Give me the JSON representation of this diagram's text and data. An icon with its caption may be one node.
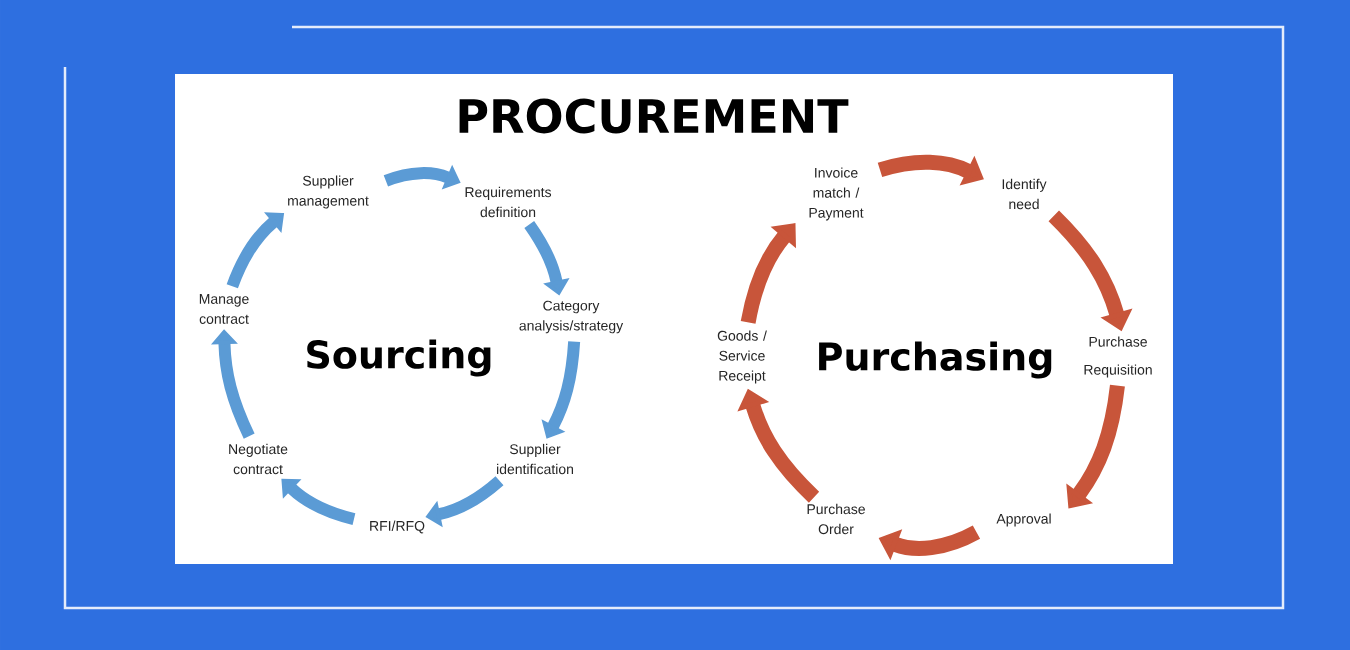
{
  "diagram": {
    "title": "PROCUREMENT",
    "nodes": [
      {
        "text": [
          "Supplier management"
        ]
      },
      {
        "text": [
          "Requirements definition"
        ]
      },
      {
        "text": [
          "Category analysis/strategy"
        ]
      },
      {
        "text": [
          "Supplier identification"
        ]
      },
      {
        "text": [
          "RFI/RFQ"
        ]
      },
      {
        "text": [
          "Negotiate contract"
        ]
      },
      {
        "text": [
          "Manage contract"
        ]
      },
      {
        "text": [
          "Invoice match / Payment"
        ]
      },
      {
        "text": [
          "Identify need"
        ]
      },
      {
        "text": [
          "Purchase Requisition"
        ]
      },
      {
        "text": [
          "Approval"
        ]
      },
      {
        "text": [
          "Purchase Order"
        ]
      },
      {
        "text": [
          "Goods / Service Receipt"
        ]
      }
    ],
    "edges": [
      {
        "from": 0,
        "to": 1,
        "arrow": "to",
        "color": "#5b9bd5"
      },
      {
        "from": 1,
        "to": 2,
        "arrow": "to",
        "color": "#5b9bd5"
      },
      {
        "from": 2,
        "to": 3,
        "arrow": "to",
        "color": "#5b9bd5"
      },
      {
        "from": 3,
        "to": 4,
        "arrow": "to",
        "color": "#5b9bd5"
      },
      {
        "from": 4,
        "to": 5,
        "arrow": "to",
        "color": "#5b9bd5"
      },
      {
        "from": 5,
        "to": 6,
        "arrow": "to",
        "color": "#5b9bd5"
      },
      {
        "from": 6,
        "to": 0,
        "arrow": "to",
        "color": "#5b9bd5"
      },
      {
        "from": 7,
        "to": 8,
        "arrow": "to",
        "color": "#c8553a"
      },
      {
        "from": 8,
        "to": 9,
        "arrow": "to",
        "color": "#c8553a"
      },
      {
        "from": 9,
        "to": 10,
        "arrow": "to",
        "color": "#c8553a"
      },
      {
        "from": 10,
        "to": 11,
        "arrow": "to",
        "color": "#c8553a"
      },
      {
        "from": 11,
        "to": 12,
        "arrow": "to",
        "color": "#c8553a"
      },
      {
        "from": 12,
        "to": 7,
        "arrow": "to",
        "color": "#c8553a"
      }
    ],
    "labels": [
      "Sourcing",
      "Purchasing"
    ]
  }
}
